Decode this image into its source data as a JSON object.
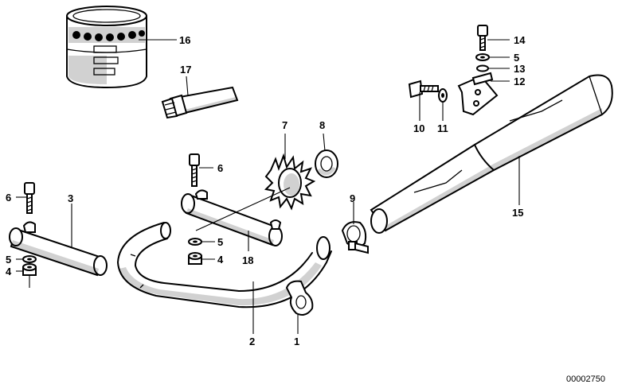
{
  "callouts": {
    "c1": "1",
    "c2": "2",
    "c3": "3",
    "c4a": "4",
    "c4b": "4",
    "c5a": "5",
    "c5b": "5",
    "c5c": "5",
    "c6a": "6",
    "c6b": "6",
    "c7": "7",
    "c8": "8",
    "c9": "9",
    "c10": "10",
    "c11": "11",
    "c12": "12",
    "c13": "13",
    "c14": "14",
    "c15": "15",
    "c16": "16",
    "c17": "17",
    "c18": "18"
  },
  "doc_number": "00002750"
}
